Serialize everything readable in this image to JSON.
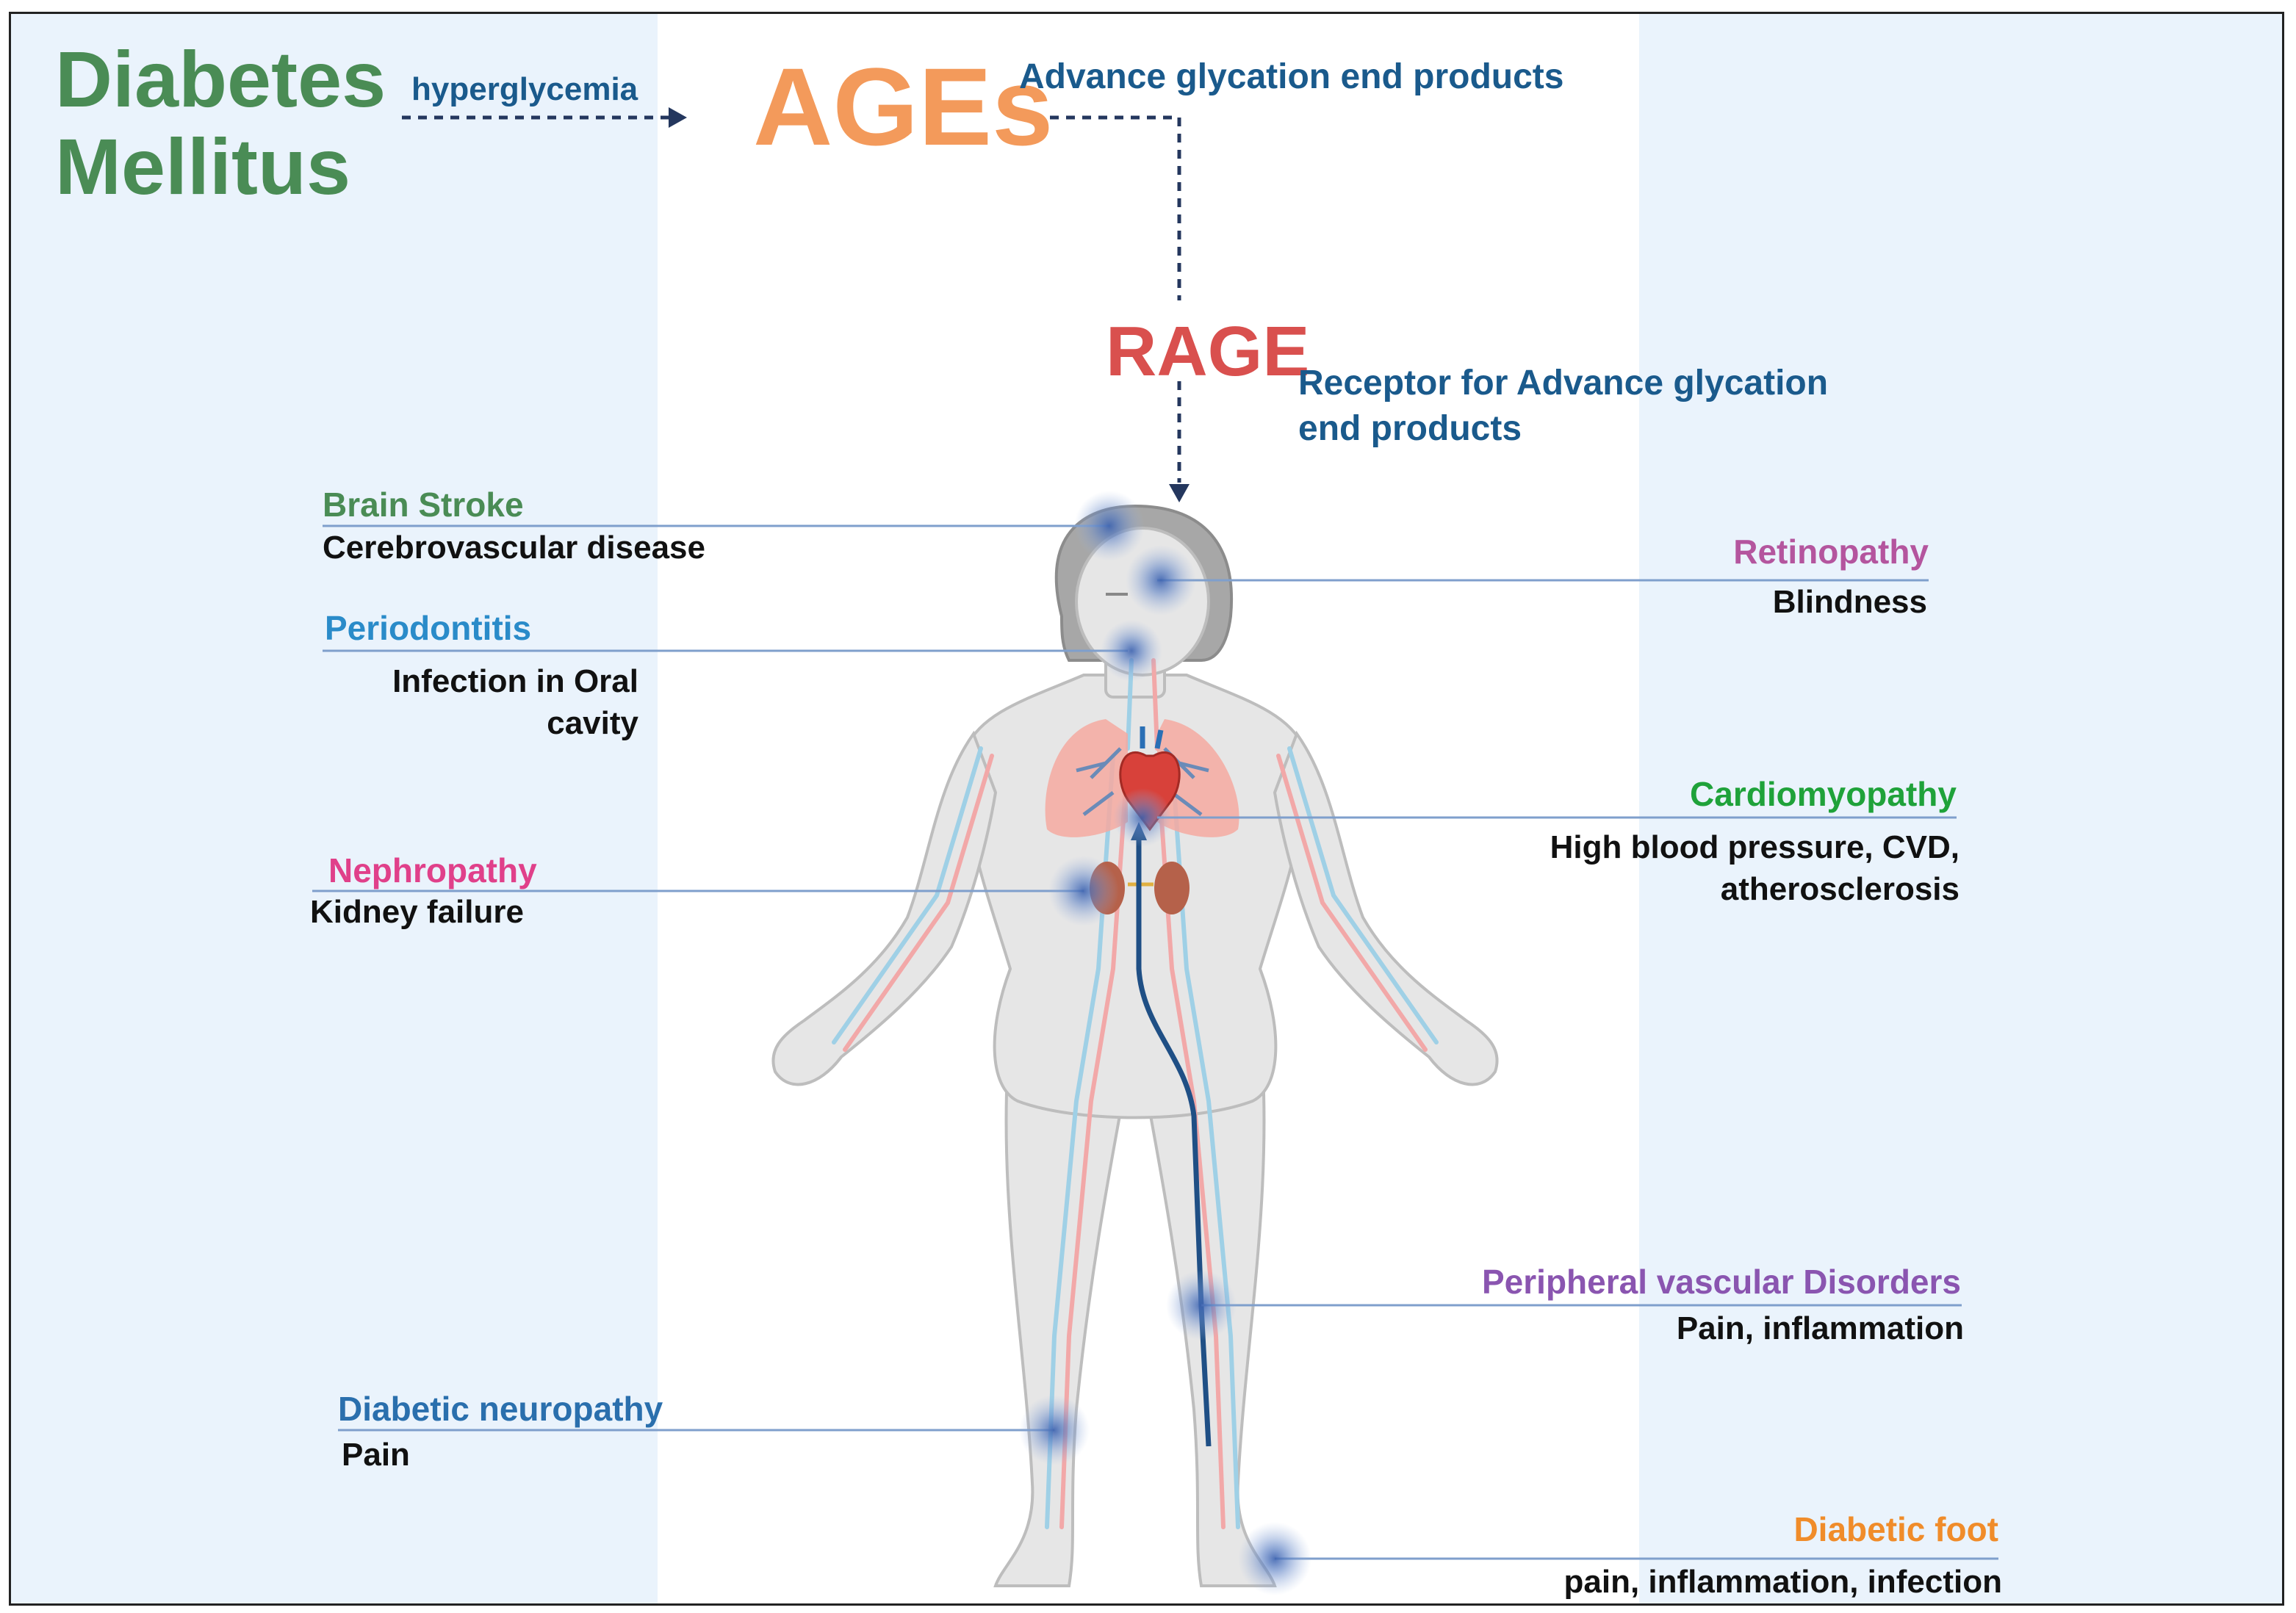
{
  "header": {
    "title": "Diabetes\nMellitus",
    "arrow_label": "hyperglycemia",
    "ages_abbr": "AGEs",
    "ages_full": "Advance glycation end products",
    "rage_abbr": "RAGE",
    "rage_full": "Receptor for Advance glycation\nend products"
  },
  "complications": [
    {
      "name": "Brain Stroke",
      "description": "Cerebrovascular disease",
      "color": "#4a8c55"
    },
    {
      "name": "Periodontitis",
      "description": "Infection in Oral\ncavity",
      "color": "#2a8bc9"
    },
    {
      "name": "Nephropathy",
      "description": "Kidney failure",
      "color": "#e0408a"
    },
    {
      "name": "Diabetic neuropathy",
      "description": "Pain",
      "color": "#2a6fad"
    },
    {
      "name": "Retinopathy",
      "description": "Blindness",
      "color": "#b4559e"
    },
    {
      "name": "Cardiomyopathy",
      "description": "High blood pressure, CVD,\natherosclerosis",
      "color": "#1fa23a"
    },
    {
      "name": "Peripheral vascular Disorders",
      "description": "Pain, inflammation",
      "color": "#8a55b0"
    },
    {
      "name": "Diabetic foot",
      "description": "pain, inflammation, infection",
      "color": "#f08c2a"
    }
  ],
  "colors": {
    "panel": "#eaf3fc",
    "arrow": "#24375e",
    "leader_line": "#7f9fcc",
    "artery": "#f2a8a8",
    "vein": "#9fd0e6"
  }
}
